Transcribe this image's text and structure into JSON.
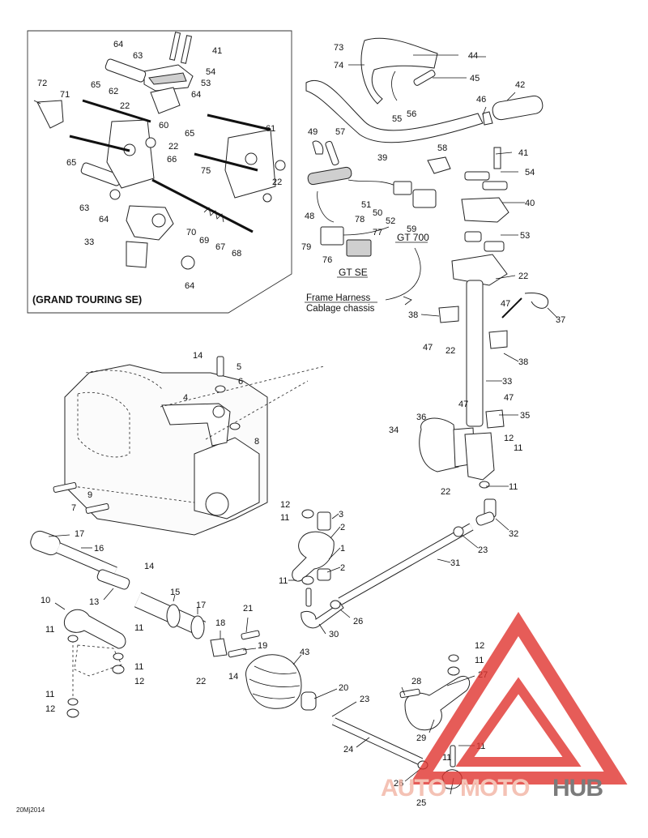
{
  "inset": {
    "caption": "(GRAND TOURING SE)",
    "callouts": [
      "64",
      "63",
      "41",
      "54",
      "53",
      "72",
      "71",
      "65",
      "62",
      "64",
      "22",
      "60",
      "22",
      "65",
      "61",
      "65",
      "66",
      "75",
      "22",
      "63",
      "64",
      "70",
      "69",
      "67",
      "68",
      "33",
      "64"
    ]
  },
  "harness": {
    "gt700": "GT 700",
    "gtse": "GT SE",
    "frame_harness_en": "Frame Harness",
    "frame_harness_fr": "Cablage chassis"
  },
  "callouts": {
    "c73": "73",
    "c44": "44",
    "c74": "74",
    "c45": "45",
    "c42": "42",
    "c55": "55",
    "c56": "56",
    "c46": "46",
    "c39": "39",
    "c49": "49",
    "c57": "57",
    "c58": "58",
    "c41": "41",
    "c54": "54",
    "c40": "40",
    "c48": "48",
    "c51": "51",
    "c50": "50",
    "c52": "52",
    "c59": "59",
    "c78": "78",
    "c79": "79",
    "c77": "77",
    "c76": "76",
    "c53": "53",
    "c22a": "22",
    "c47a": "47",
    "c37": "37",
    "c38a": "38",
    "c47b": "47",
    "c22b": "22",
    "c38b": "38",
    "c33": "33",
    "c47c": "47",
    "c47d": "47",
    "c35": "35",
    "c36": "36",
    "c34": "34",
    "c12a": "12",
    "c11a": "11",
    "c22c": "22",
    "c11b": "11",
    "c14a": "14",
    "c5": "5",
    "c6": "6",
    "c4": "4",
    "c8": "8",
    "c9": "9",
    "c7": "7",
    "c12b": "12",
    "c11c": "11",
    "c3": "3",
    "c2a": "2",
    "c1": "1",
    "c2b": "2",
    "c11d": "11",
    "c32": "32",
    "c23a": "23",
    "c31": "31",
    "c17a": "17",
    "c16": "16",
    "c14b": "14",
    "c13": "13",
    "c15": "15",
    "c17b": "17",
    "c10": "10",
    "c11e": "11",
    "c11f": "11",
    "c21": "21",
    "c18": "18",
    "c19": "19",
    "c43": "43",
    "c26a": "26",
    "c30": "30",
    "c11g": "11",
    "c11h": "11",
    "c12c": "12",
    "c22d": "22",
    "c14c": "14",
    "c12d": "12",
    "c11i": "11",
    "c28": "28",
    "c27": "27",
    "c20": "20",
    "c23b": "23",
    "c24": "24",
    "c29": "29",
    "c11j": "11",
    "c11k": "11",
    "c12e": "12",
    "c26b": "26",
    "c25": "25"
  },
  "footer_code": "20Mj2014",
  "watermark": {
    "part1": "AUTO",
    "part2": "MOTO",
    "part3": "HUB",
    "accent_color": "#e0342f",
    "text_color": "#f2b3a3",
    "dark_color": "#5b5b5b"
  }
}
